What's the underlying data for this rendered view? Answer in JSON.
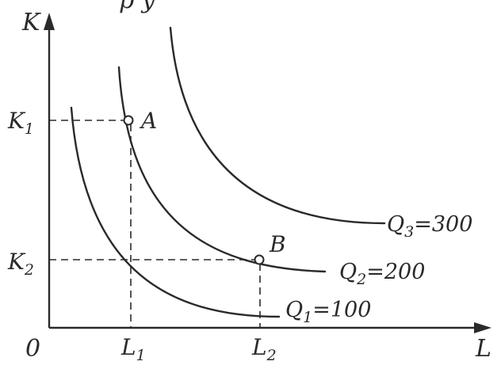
{
  "header_fragment": "р                у",
  "axes": {
    "y_label": "K",
    "x_label": "L",
    "origin_label": "0"
  },
  "ticks": {
    "k1": {
      "base": "K",
      "sub": "1"
    },
    "k2": {
      "base": "K",
      "sub": "2"
    },
    "l1": {
      "base": "L",
      "sub": "1"
    },
    "l2": {
      "base": "L",
      "sub": "2"
    }
  },
  "points": {
    "a": "A",
    "b": "B"
  },
  "curves": [
    {
      "base": "Q",
      "sub": "1",
      "value": "=100"
    },
    {
      "base": "Q",
      "sub": "2",
      "value": "=200"
    },
    {
      "base": "Q",
      "sub": "3",
      "value": "=300"
    }
  ],
  "colors": {
    "ink": "#2a2a2a"
  }
}
